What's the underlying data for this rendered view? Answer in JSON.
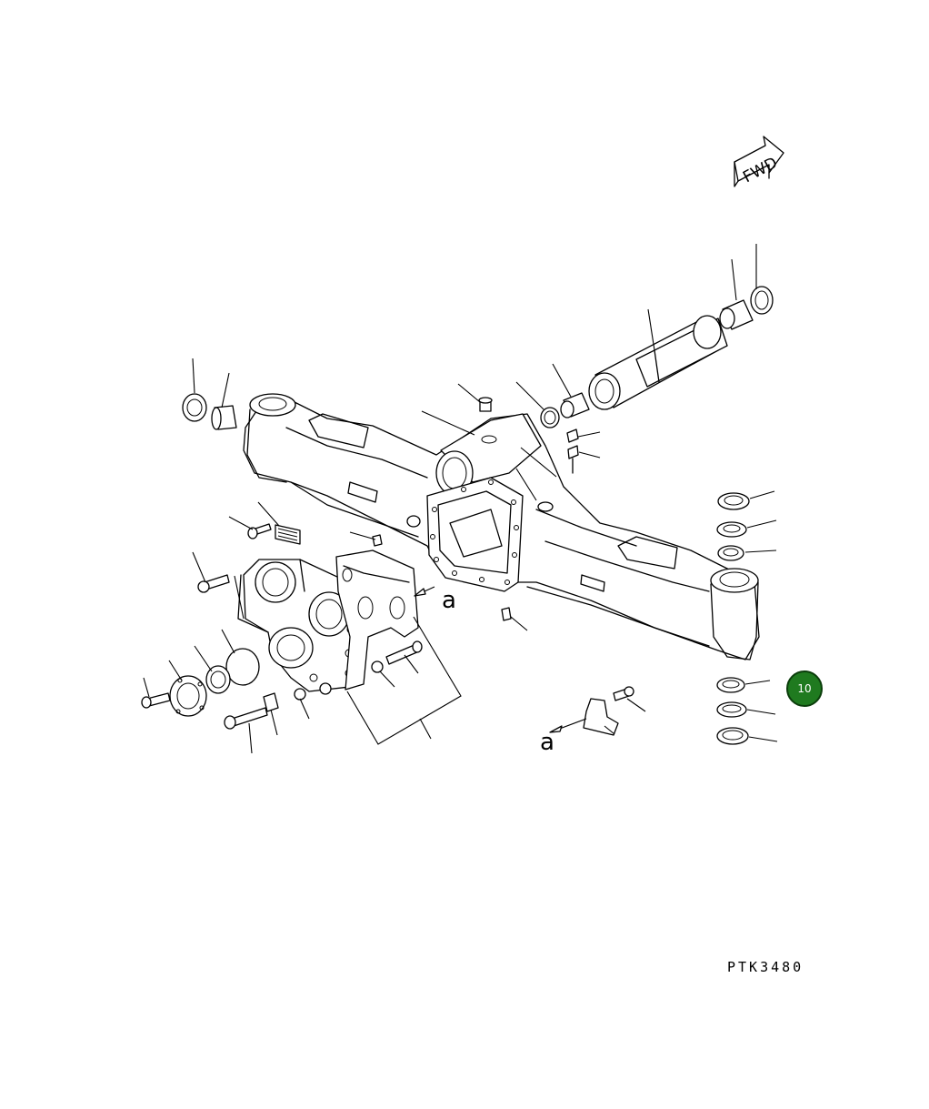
{
  "diagram": {
    "direction_label": "FWD",
    "drawing_number": "PTK3480",
    "detail_labels": [
      "a",
      "a"
    ],
    "highlight_badge": {
      "text": "10",
      "color": "#1f7a1f"
    }
  }
}
